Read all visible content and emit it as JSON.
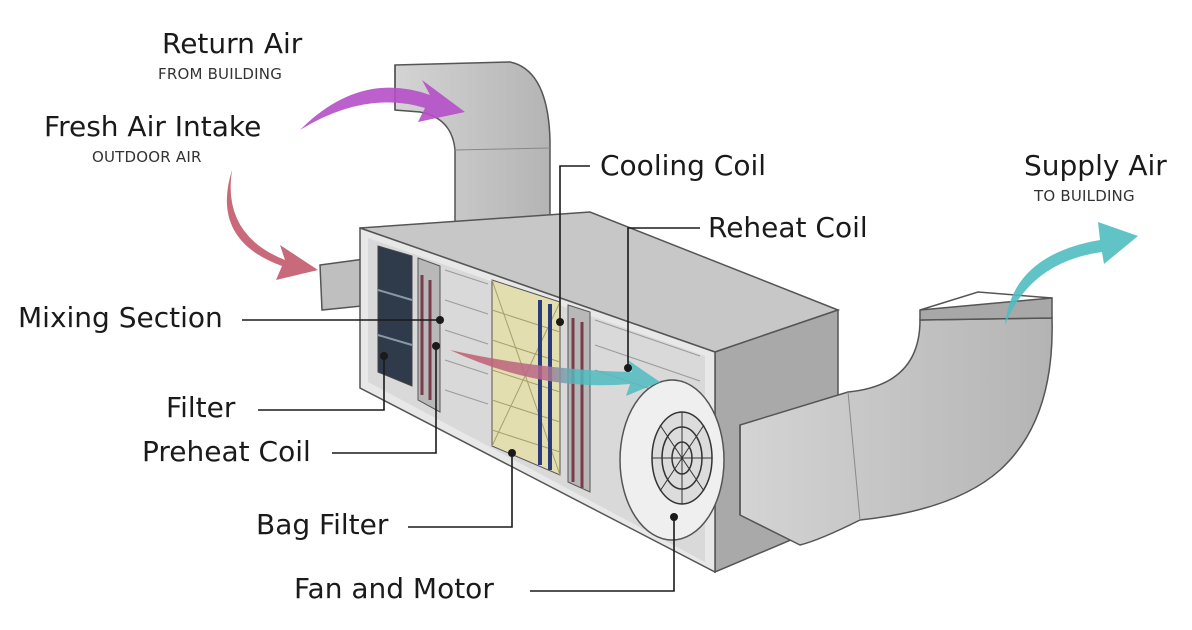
{
  "labels": {
    "return_air": "Return Air",
    "return_air_sub": "FROM BUILDING",
    "fresh_air": "Fresh Air Intake",
    "fresh_air_sub": "OUTDOOR AIR",
    "supply_air": "Supply Air",
    "supply_air_sub": "TO BUILDING",
    "cooling_coil": "Cooling Coil",
    "reheat_coil": "Reheat Coil",
    "mixing_section": "Mixing Section",
    "filter": "Filter",
    "preheat_coil": "Preheat Coil",
    "bag_filter": "Bag Filter",
    "fan_and_motor": "Fan and Motor"
  },
  "colors": {
    "return_arrow": "#b54fc9",
    "fresh_arrow": "#c25a6a",
    "supply_arrow": "#4fbcc0",
    "duct": "#c9c9c9",
    "duct_dark": "#9e9e9e",
    "bag_filter": "#e3deb0"
  }
}
